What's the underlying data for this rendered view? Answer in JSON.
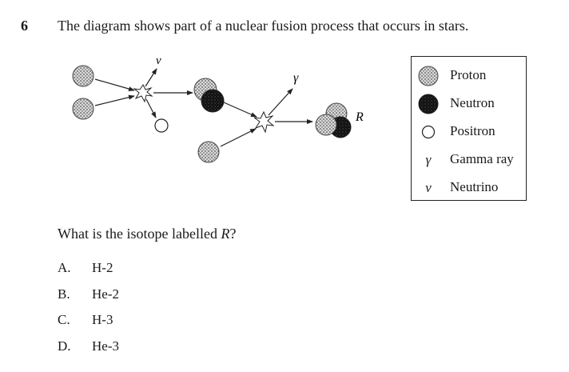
{
  "question": {
    "number": "6",
    "stem": "The diagram shows part of a nuclear fusion process that occurs in stars.",
    "prompt": "What is the isotope labelled R?"
  },
  "diagram": {
    "labels": {
      "neutrino": "v",
      "gamma": "γ",
      "isotope": "R"
    }
  },
  "legend": {
    "items": [
      {
        "symbol": "proton-icon",
        "label": "Proton"
      },
      {
        "symbol": "neutron-icon",
        "label": "Neutron"
      },
      {
        "symbol": "positron-icon",
        "label": "Positron"
      },
      {
        "glyph": "γ",
        "label": "Gamma ray"
      },
      {
        "glyph": "v",
        "label": "Neutrino"
      }
    ]
  },
  "options": [
    {
      "letter": "A.",
      "text": "H-2"
    },
    {
      "letter": "B.",
      "text": "He-2"
    },
    {
      "letter": "C.",
      "text": "H-3"
    },
    {
      "letter": "D.",
      "text": "He-3"
    }
  ]
}
